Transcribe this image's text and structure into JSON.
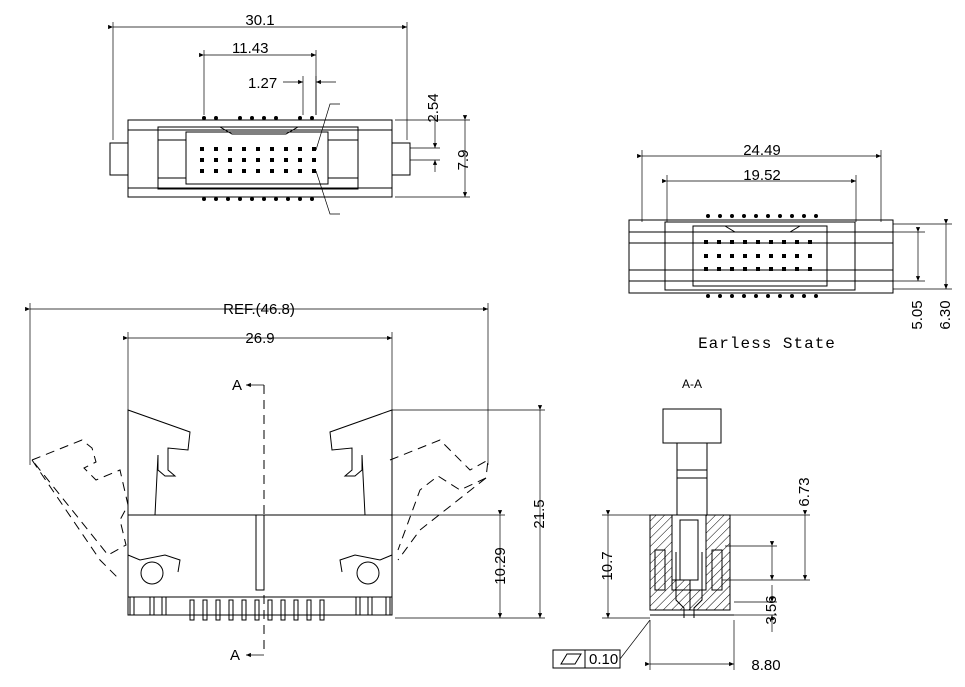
{
  "dimensions": {
    "top_overall_width": "30.1",
    "top_pitch_span": "11.43",
    "top_pitch": "1.27",
    "top_row_pitch": "2.54",
    "top_height": "7.9",
    "earless_width": "24.49",
    "earless_inner_width": "19.52",
    "earless_height_inner": "5.05",
    "earless_height_outer": "6.30",
    "front_ref_width": "REF.(46.8)",
    "front_body_width": "26.9",
    "front_total_height": "21.5",
    "front_lower_height": "10.29",
    "section_upper_height": "6.73",
    "section_left_height": "10.7",
    "section_pin_height": "3.56",
    "section_depth": "8.80"
  },
  "labels": {
    "earless_state": "Earless State",
    "section_title": "A-A",
    "section_marker_top": "A",
    "section_marker_bottom": "A",
    "flatness_tolerance": "0.10"
  }
}
